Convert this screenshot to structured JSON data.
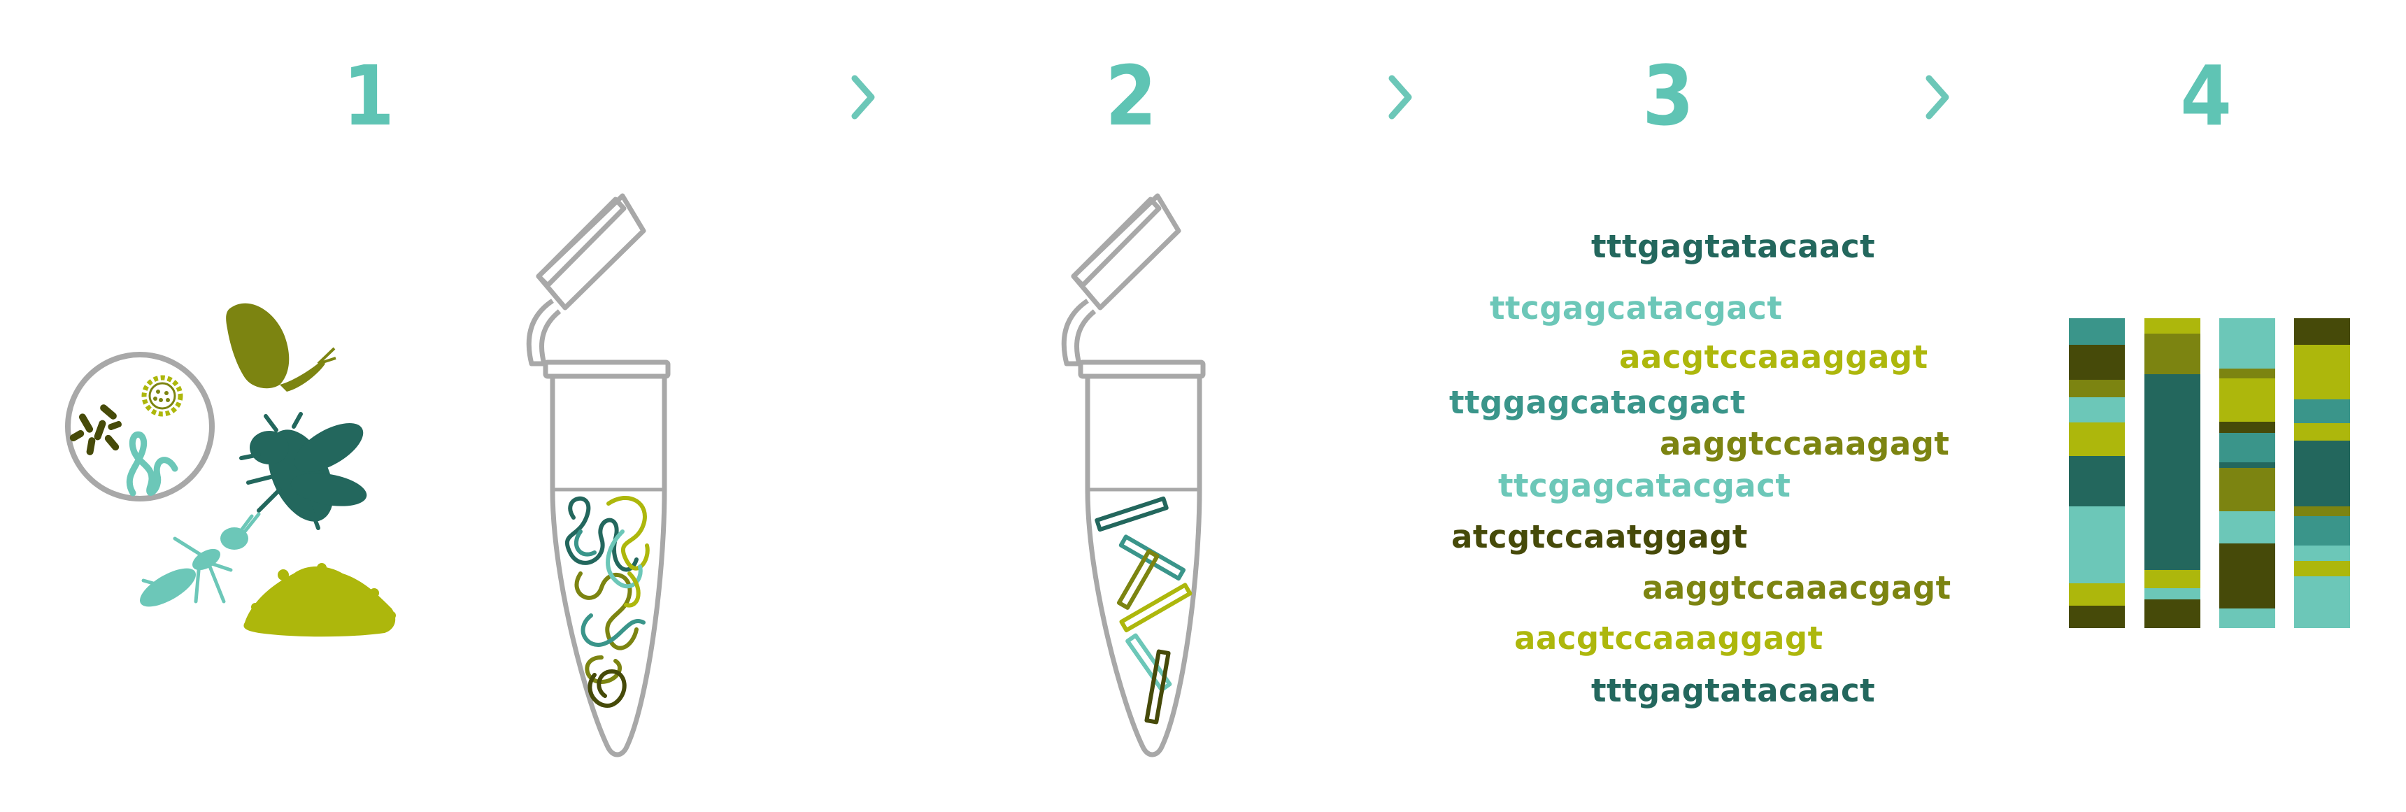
{
  "steps": [
    {
      "number": "1"
    },
    {
      "number": "2"
    },
    {
      "number": "3"
    },
    {
      "number": "4"
    }
  ],
  "colors": {
    "teal_light": "#6cc7b8",
    "teal_dark": "#23675d",
    "teal_mid": "#3a958a",
    "olive": "#7c8411",
    "lime": "#adb70c",
    "dark_olive": "#464a09",
    "tube_gray": "#a8a8a8"
  },
  "sequences": [
    {
      "text": "tttgagtatacaact",
      "color": "#23675d"
    },
    {
      "text": "ttcgagcatacgact",
      "color": "#6cc7b8"
    },
    {
      "text": "aacgtccaaaggagt",
      "color": "#adb70c"
    },
    {
      "text": "ttggagcatacgact",
      "color": "#3a958a"
    },
    {
      "text": "aaggtccaaagagt",
      "color": "#7c8411"
    },
    {
      "text": "ttcgagcatacgact",
      "color": "#6cc7b8"
    },
    {
      "text": "atcgtccaatggagt",
      "color": "#464a09"
    },
    {
      "text": "aaggtccaaacgagt",
      "color": "#7c8411"
    },
    {
      "text": "aacgtccaaaggagt",
      "color": "#adb70c"
    },
    {
      "text": "tttgagtatacaact",
      "color": "#23675d"
    }
  ],
  "organism_icons": [
    "microbe-circle-icon",
    "butterfly-icon",
    "fly-icon",
    "ant-icon",
    "soil-pile-icon"
  ]
}
